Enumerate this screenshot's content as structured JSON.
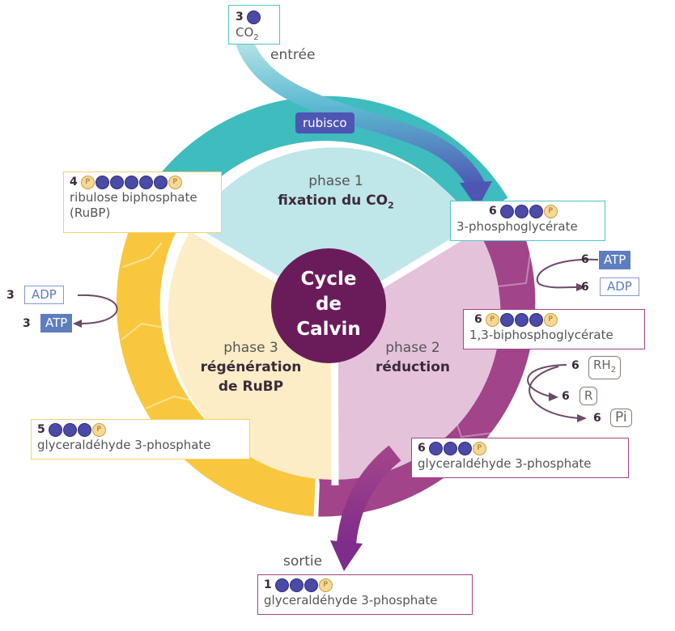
{
  "center": {
    "line1": "Cycle",
    "line2": "de",
    "line3": "Calvin"
  },
  "phases": {
    "p1": {
      "label": "phase 1",
      "title": "fixation du CO",
      "sub": "2"
    },
    "p2": {
      "label": "phase 2",
      "title": "réduction"
    },
    "p3": {
      "label": "phase 3",
      "title1": "régénération",
      "title2": "de RuBP"
    }
  },
  "input": {
    "count": "3",
    "formula": "CO",
    "sub": "2",
    "label": "entrée"
  },
  "enzyme": "rubisco",
  "molecules": {
    "pga": {
      "count": "6",
      "name": "3-phosphoglycérate"
    },
    "bpg": {
      "count": "6",
      "name": "1,3-biphosphoglycérate"
    },
    "g3p_cycle": {
      "count": "6",
      "name": "glyceraldéhyde 3-phosphate"
    },
    "g3p_out": {
      "count": "1",
      "name": "glyceraldéhyde 3-phosphate"
    },
    "g3p_regen": {
      "count": "5",
      "name": "glyceraldéhyde 3-phosphate"
    },
    "rubp": {
      "count": "4",
      "name1": "ribulose biphosphate",
      "name2": "(RuBP)"
    }
  },
  "energy": {
    "p2_atp": {
      "count": "6",
      "label": "ATP"
    },
    "p2_adp": {
      "count": "6",
      "label": "ADP"
    },
    "p3_adp": {
      "count": "3",
      "label": "ADP"
    },
    "p3_atp": {
      "count": "3",
      "label": "ATP"
    },
    "rh2": {
      "count": "6",
      "label": "RH",
      "sub": "2"
    },
    "r": {
      "count": "6",
      "label": "R"
    },
    "pi": {
      "count": "6",
      "label": "Pi"
    }
  },
  "output": {
    "label": "sortie"
  },
  "phosphate_symbol": "P",
  "colors": {
    "teal": "#3fbcbe",
    "purple": "#a2448a",
    "yellow": "#f8c73e",
    "center": "#6a1c5a",
    "blue": "#4c4aa7"
  }
}
